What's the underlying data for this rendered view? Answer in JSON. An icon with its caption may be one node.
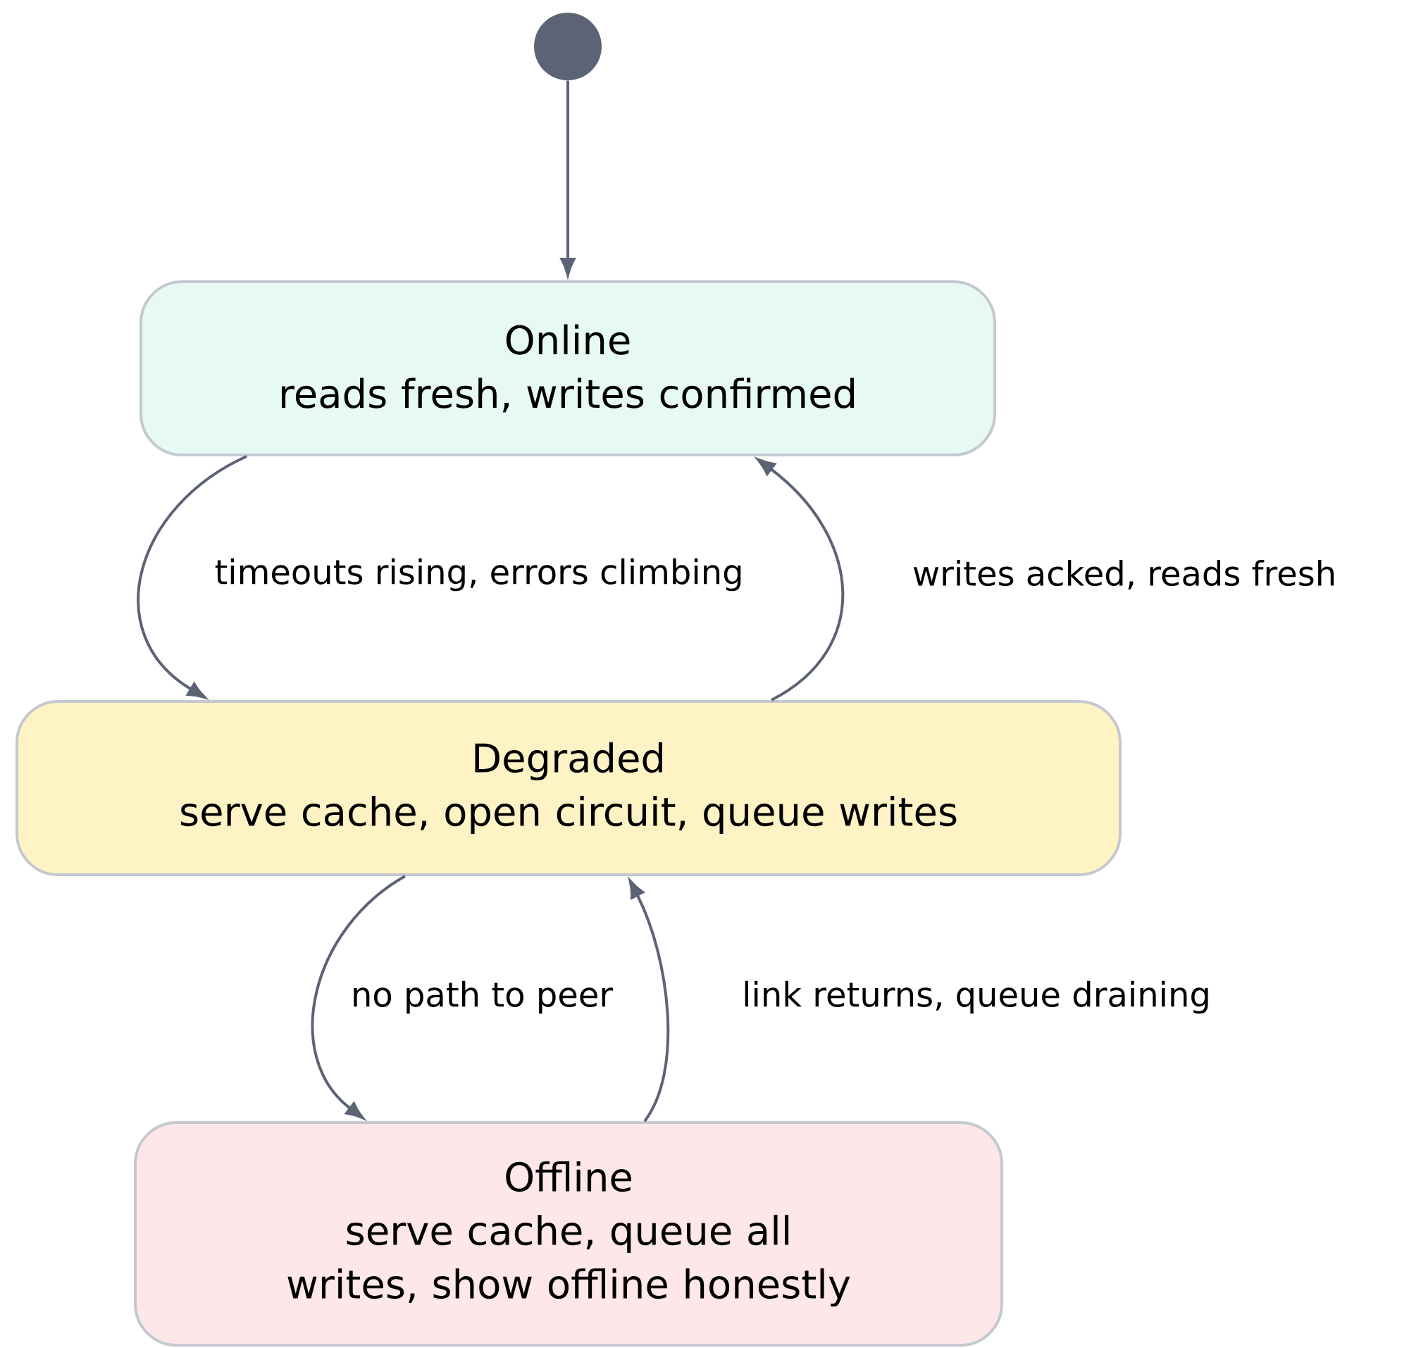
{
  "diagram": {
    "nodes": [
      {
        "text": [],
        "shape": "circle"
      },
      {
        "text": [
          "Online",
          "reads fresh, writes confirmed"
        ]
      },
      {
        "text": [
          "Degraded",
          "serve cache, open circuit, queue writes"
        ]
      },
      {
        "text": [
          "Offline",
          "serve cache, queue all writes, show offline honestly"
        ]
      }
    ],
    "edges": [
      {
        "from": 0,
        "to": 1,
        "arrow": "to"
      },
      {
        "from": 1,
        "to": 2,
        "arrow": "to",
        "label": "timeouts rising, errors climbing"
      },
      {
        "from": 2,
        "to": 1,
        "arrow": "to",
        "label": "writes acked, reads fresh"
      },
      {
        "from": 2,
        "to": 3,
        "arrow": "to",
        "label": "no path to peer"
      },
      {
        "from": 3,
        "to": 2,
        "arrow": "to",
        "label": "link returns, queue draining"
      }
    ]
  }
}
